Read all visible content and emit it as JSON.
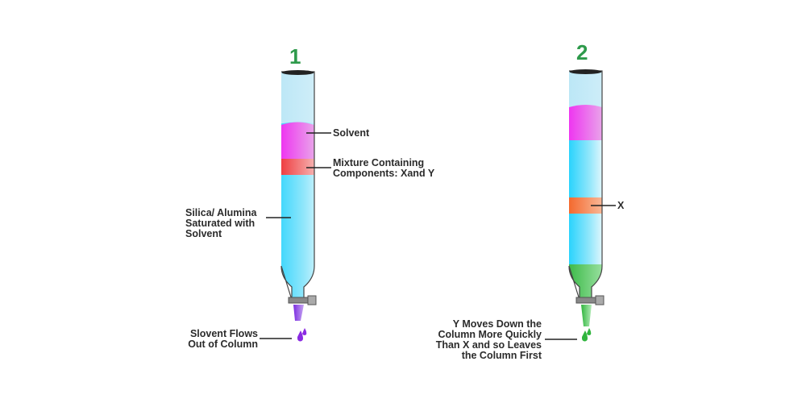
{
  "panel1": {
    "number": "1",
    "labels": {
      "solvent": "Solvent",
      "mixture": "Mixture Containing\nComponents: Xand Y",
      "silica": "Silica/ Alumina\nSaturated with\nSolvent",
      "outflow": "Slovent Flows\nOut of Column"
    }
  },
  "panel2": {
    "number": "2",
    "labels": {
      "x": "X",
      "y": "Y Moves Down the\nColumn More Quickly\nThan X and so Leaves\nthe Column First"
    }
  },
  "colors": {
    "number": "#2e9a4b",
    "solvent": "#ee3ff0",
    "mixture": "#f04a4a",
    "x_band": "#f4743a",
    "silica": "#3ad4fb",
    "y_band": "#3bbd4a",
    "outflow": "#8a2be2"
  }
}
